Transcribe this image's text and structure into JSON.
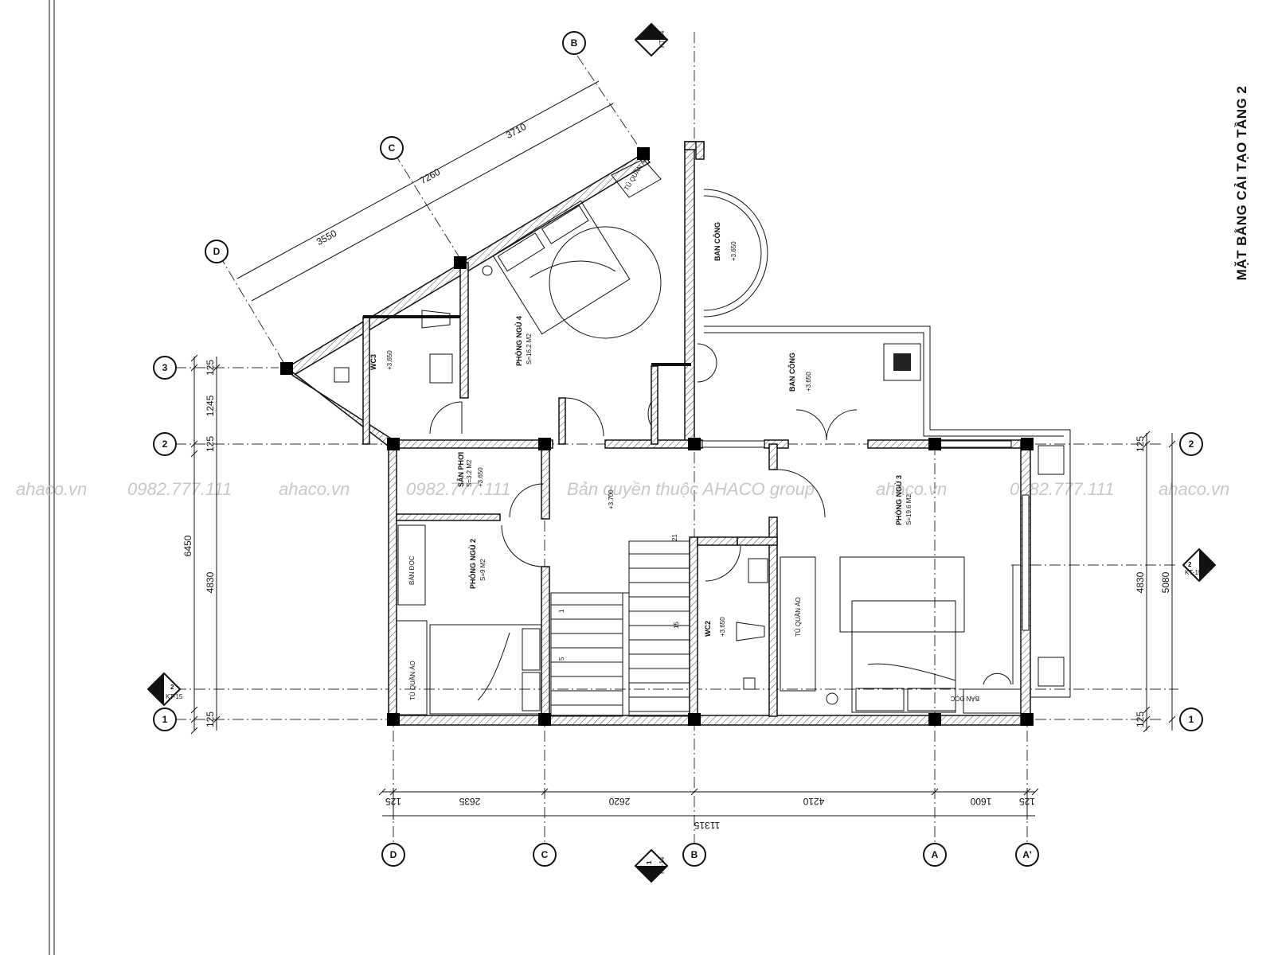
{
  "title": "MẶT BẰNG CẢI TẠO TẦNG 2",
  "watermarks": [
    "ahaco.vn",
    "0982.777.111",
    "ahaco.vn",
    "0982.777.111",
    "Bản quyền thuộc AHACO group",
    "ahaco.vn",
    "0982.777.111",
    "ahaco.vn"
  ],
  "grid": {
    "rows": [
      "3",
      "2",
      "1"
    ],
    "cols_bottom": [
      "D",
      "C",
      "B",
      "A",
      "A'"
    ],
    "cols_diagonal": [
      "B",
      "C",
      "D"
    ]
  },
  "section_marks": {
    "top": {
      "num": "1",
      "ref": "KT-14"
    },
    "bottom": {
      "num": "1",
      "ref": "KT-14"
    },
    "left": {
      "num": "2",
      "ref": "KT-15"
    },
    "right": {
      "num": "2",
      "ref": "KT-15"
    }
  },
  "dimensions": {
    "bottom": [
      "125",
      "2635",
      "2620",
      "4210",
      "1600",
      "125"
    ],
    "bottom_total": "11315",
    "left": [
      "125",
      "1245",
      "125",
      "4830",
      "125"
    ],
    "left_total": "6450",
    "right": [
      "125",
      "4830",
      "125"
    ],
    "right_total": "5080",
    "diagonal": [
      "3710",
      "3550"
    ],
    "diagonal_total": "7260"
  },
  "rooms": {
    "bedroom4": {
      "name": "PHÒNG NGỦ 4",
      "area": "S=16.2 M2"
    },
    "wc3": {
      "name": "WC3",
      "level": "+3.650"
    },
    "balcony_top": {
      "name": "BAN CÔNG",
      "level": "+3.650"
    },
    "balcony_mid": {
      "name": "BAN CÔNG",
      "level": "+3.650"
    },
    "drying": {
      "name": "SÂN PHƠI",
      "area": "S=3.2 M2",
      "level": "+3.650"
    },
    "hall": {
      "level": "+3.700"
    },
    "bedroom2": {
      "name": "PHÒNG NGỦ 2",
      "area": "S=9 M2"
    },
    "bedroom3": {
      "name": "PHÒNG NGỦ 3",
      "area": "S=19.6 M2"
    },
    "wc2": {
      "name": "WC2",
      "level": "+3.650"
    }
  },
  "furniture": {
    "wardrobe": "TỦ QUẦN ÁO",
    "desk": "BÀN ĐỌC"
  },
  "stair_numbers": [
    "21",
    "15",
    "1",
    "5"
  ]
}
